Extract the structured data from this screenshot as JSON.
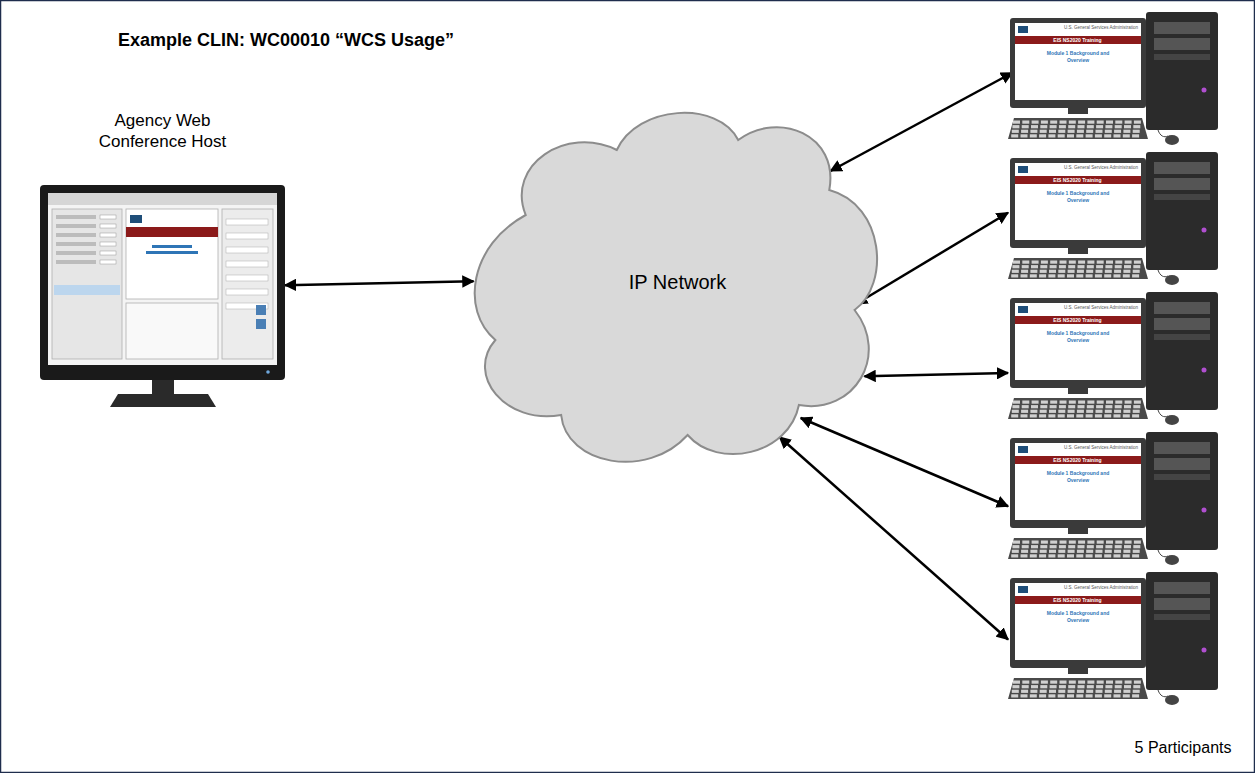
{
  "diagram": {
    "title": "Example CLIN: WC00010 “WCS Usage”",
    "nodes": [
      {
        "text": [
          "Agency Web Conference Host"
        ]
      },
      {
        "text": [
          "IP Network"
        ]
      },
      {
        "text": [
          "U.S. General Services Administration",
          "EIS NS2020 Training",
          "Module 1 Background and Overview"
        ]
      },
      {
        "text": [
          "U.S. General Services Administration",
          "EIS NS2020 Training",
          "Module 1 Background and Overview"
        ]
      },
      {
        "text": [
          "U.S. General Services Administration",
          "EIS NS2020 Training",
          "Module 1 Background and Overview"
        ]
      },
      {
        "text": [
          "U.S. General Services Administration",
          "EIS NS2020 Training",
          "Module 1 Background and Overview"
        ]
      },
      {
        "text": [
          "U.S. General Services Administration",
          "EIS NS2020 Training",
          "Module 1 Background and Overview",
          "5 Participants"
        ]
      }
    ],
    "edges": [
      {
        "from": 0,
        "to": 1,
        "arrow": "both"
      },
      {
        "from": 1,
        "to": 2,
        "arrow": "both"
      },
      {
        "from": 1,
        "to": 3,
        "arrow": "both"
      },
      {
        "from": 1,
        "to": 4,
        "arrow": "both"
      },
      {
        "from": 1,
        "to": 5,
        "arrow": "both"
      },
      {
        "from": 1,
        "to": 6,
        "arrow": "both"
      }
    ]
  }
}
